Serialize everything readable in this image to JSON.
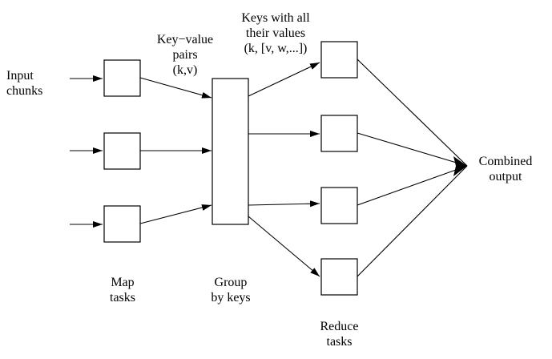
{
  "labels": {
    "input": [
      "Input",
      "chunks"
    ],
    "kv_pairs": [
      "Key−value",
      "pairs",
      "(k,v)"
    ],
    "keys_values": [
      "Keys with all",
      "their values",
      "(k, [v, w,...])"
    ],
    "map_tasks": [
      "Map",
      "tasks"
    ],
    "group": [
      "Group",
      "by keys"
    ],
    "reduce_tasks": [
      "Reduce",
      "tasks"
    ],
    "output": [
      "Combined",
      "output"
    ]
  },
  "colors": {
    "stroke": "#000000",
    "fill": "#ffffff"
  }
}
